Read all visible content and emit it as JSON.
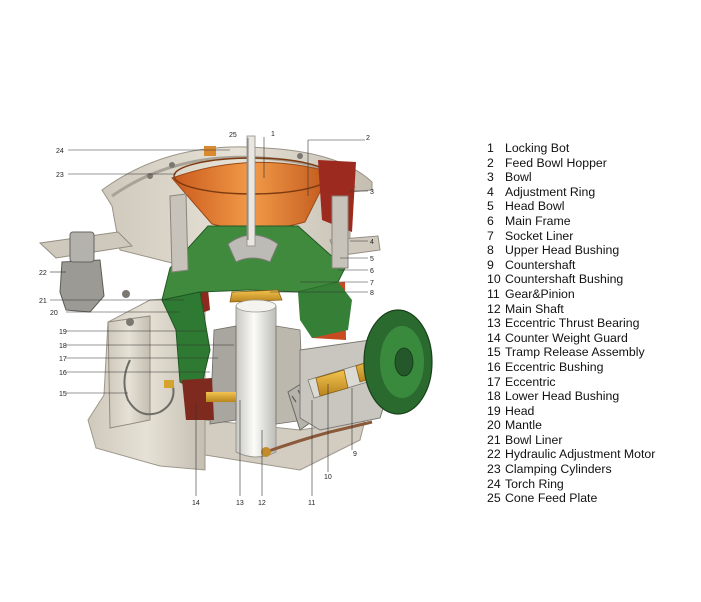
{
  "callouts": [
    "1",
    "2",
    "3",
    "4",
    "5",
    "6",
    "7",
    "8",
    "9",
    "10",
    "11",
    "12",
    "13",
    "14",
    "15",
    "16",
    "17",
    "18",
    "19",
    "20",
    "21",
    "22",
    "23",
    "24",
    "25"
  ],
  "legend": [
    {
      "num": "1",
      "label": "Locking Bot"
    },
    {
      "num": "2",
      "label": "Feed Bowl Hopper"
    },
    {
      "num": "3",
      "label": "Bowl"
    },
    {
      "num": "4",
      "label": "Adjustment Ring"
    },
    {
      "num": "5",
      "label": "Head Bowl"
    },
    {
      "num": "6",
      "label": "Main Frame"
    },
    {
      "num": "7",
      "label": "Socket Liner"
    },
    {
      "num": "8",
      "label": "Upper Head Bushing"
    },
    {
      "num": "9",
      "label": "Countershaft"
    },
    {
      "num": "10",
      "label": "Countershaft Bushing"
    },
    {
      "num": "11",
      "label": "Gear&Pinion"
    },
    {
      "num": "12",
      "label": "Main Shaft"
    },
    {
      "num": "13",
      "label": "Eccentric Thrust Bearing"
    },
    {
      "num": "14",
      "label": "Counter Weight Guard"
    },
    {
      "num": "15",
      "label": "Tramp Release Assembly"
    },
    {
      "num": "16",
      "label": "Eccentric Bushing"
    },
    {
      "num": "17",
      "label": "Eccentric"
    },
    {
      "num": "18",
      "label": "Lower Head Bushing"
    },
    {
      "num": "19",
      "label": "Head"
    },
    {
      "num": "20",
      "label": "Mantle"
    },
    {
      "num": "21",
      "label": "Bowl Liner"
    },
    {
      "num": "22",
      "label": "Hydraulic Adjustment Motor"
    },
    {
      "num": "23",
      "label": "Clamping Cylinders"
    },
    {
      "num": "24",
      "label": "Torch Ring"
    },
    {
      "num": "25",
      "label": "Cone Feed Plate"
    }
  ],
  "colors": {
    "casing": "#d8d2c6",
    "casing_shade": "#b9b3a7",
    "bowl_orange": "#e0782e",
    "mantle_green": "#3f8a3c",
    "dark_green": "#2c6d2f",
    "shaft_white": "#ecebe6",
    "brass": "#d9a12b",
    "steel": "#8c8c88",
    "red_liner": "#9c2a1e"
  }
}
